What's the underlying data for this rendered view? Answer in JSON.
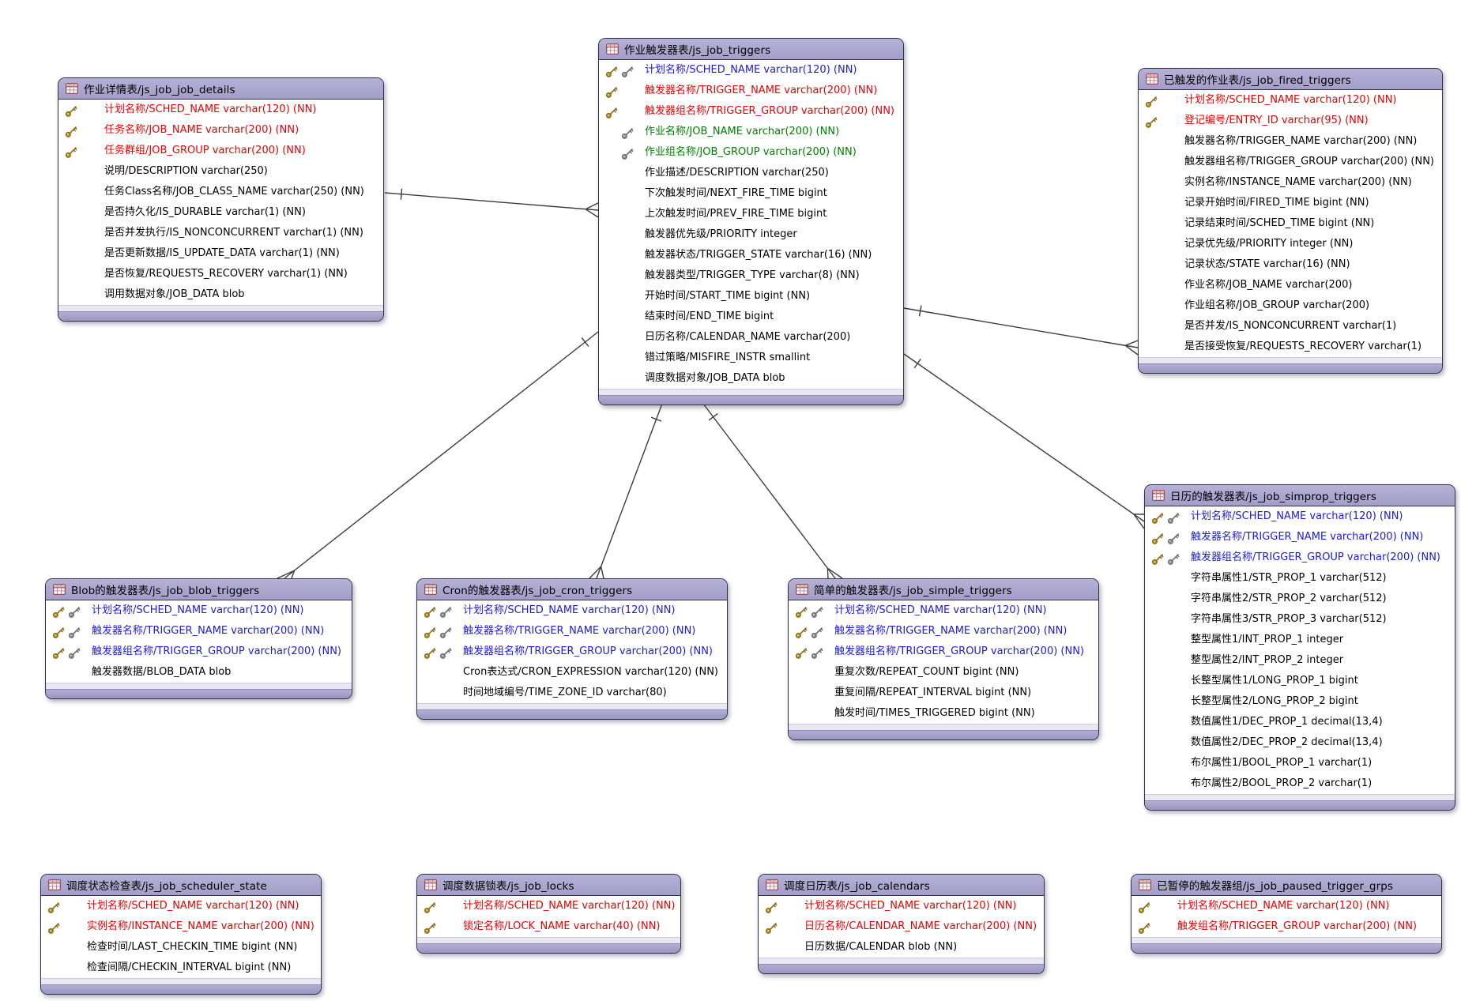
{
  "colors": {
    "header_bg": "#a9a4ce",
    "footer_light": "#e9e7f2",
    "table_border": "#31314a",
    "pk_text": "#e80000",
    "pkfk_text": "#1a1ae0",
    "fk_text": "#008000",
    "field_text": "#000000",
    "relation_line": "#3c3c3c",
    "gold_key": "#c9a227",
    "silver_key": "#9a9a9a"
  },
  "tables": [
    {
      "id": "job_details",
      "title": "作业详情表/js_job_job_details",
      "fields": [
        {
          "text": "计划名称/SCHED_NAME varchar(120) (NN)",
          "keys": [
            "pk"
          ],
          "style": "pk"
        },
        {
          "text": "任务名称/JOB_NAME varchar(200) (NN)",
          "keys": [
            "pk"
          ],
          "style": "pk"
        },
        {
          "text": "任务群组/JOB_GROUP varchar(200) (NN)",
          "keys": [
            "pk"
          ],
          "style": "pk"
        },
        {
          "text": "说明/DESCRIPTION varchar(250)",
          "keys": [],
          "style": "n"
        },
        {
          "text": "任务Class名称/JOB_CLASS_NAME varchar(250) (NN)",
          "keys": [],
          "style": "n"
        },
        {
          "text": "是否持久化/IS_DURABLE varchar(1) (NN)",
          "keys": [],
          "style": "n"
        },
        {
          "text": "是否并发执行/IS_NONCONCURRENT varchar(1) (NN)",
          "keys": [],
          "style": "n"
        },
        {
          "text": "是否更新数据/IS_UPDATE_DATA varchar(1) (NN)",
          "keys": [],
          "style": "n"
        },
        {
          "text": "是否恢复/REQUESTS_RECOVERY varchar(1) (NN)",
          "keys": [],
          "style": "n"
        },
        {
          "text": "调用数据对象/JOB_DATA blob",
          "keys": [],
          "style": "n"
        }
      ]
    },
    {
      "id": "triggers",
      "title": "作业触发器表/js_job_triggers",
      "fields": [
        {
          "text": "计划名称/SCHED_NAME varchar(120) (NN)",
          "keys": [
            "pk",
            "fk"
          ],
          "style": "pkfk"
        },
        {
          "text": "触发器名称/TRIGGER_NAME varchar(200) (NN)",
          "keys": [
            "pk"
          ],
          "style": "pk"
        },
        {
          "text": "触发器组名称/TRIGGER_GROUP varchar(200) (NN)",
          "keys": [
            "pk"
          ],
          "style": "pk"
        },
        {
          "text": "作业名称/JOB_NAME varchar(200) (NN)",
          "keys": [
            "fk"
          ],
          "style": "fk"
        },
        {
          "text": "作业组名称/JOB_GROUP varchar(200) (NN)",
          "keys": [
            "fk"
          ],
          "style": "fk"
        },
        {
          "text": "作业描述/DESCRIPTION varchar(250)",
          "keys": [],
          "style": "n"
        },
        {
          "text": "下次触发时间/NEXT_FIRE_TIME bigint",
          "keys": [],
          "style": "n"
        },
        {
          "text": "上次触发时间/PREV_FIRE_TIME bigint",
          "keys": [],
          "style": "n"
        },
        {
          "text": "触发器优先级/PRIORITY integer",
          "keys": [],
          "style": "n"
        },
        {
          "text": "触发器状态/TRIGGER_STATE varchar(16) (NN)",
          "keys": [],
          "style": "n"
        },
        {
          "text": "触发器类型/TRIGGER_TYPE varchar(8) (NN)",
          "keys": [],
          "style": "n"
        },
        {
          "text": "开始时间/START_TIME bigint (NN)",
          "keys": [],
          "style": "n"
        },
        {
          "text": "结束时间/END_TIME bigint",
          "keys": [],
          "style": "n"
        },
        {
          "text": "日历名称/CALENDAR_NAME varchar(200)",
          "keys": [],
          "style": "n"
        },
        {
          "text": "错过策略/MISFIRE_INSTR smallint",
          "keys": [],
          "style": "n"
        },
        {
          "text": "调度数据对象/JOB_DATA blob",
          "keys": [],
          "style": "n"
        }
      ]
    },
    {
      "id": "fired_triggers",
      "title": "已触发的作业表/js_job_fired_triggers",
      "fields": [
        {
          "text": "计划名称/SCHED_NAME varchar(120) (NN)",
          "keys": [
            "pk"
          ],
          "style": "pk"
        },
        {
          "text": "登记编号/ENTRY_ID varchar(95) (NN)",
          "keys": [
            "pk"
          ],
          "style": "pk"
        },
        {
          "text": "触发器名称/TRIGGER_NAME varchar(200) (NN)",
          "keys": [],
          "style": "n"
        },
        {
          "text": "触发器组名称/TRIGGER_GROUP varchar(200) (NN)",
          "keys": [],
          "style": "n"
        },
        {
          "text": "实例名称/INSTANCE_NAME varchar(200) (NN)",
          "keys": [],
          "style": "n"
        },
        {
          "text": "记录开始时间/FIRED_TIME bigint (NN)",
          "keys": [],
          "style": "n"
        },
        {
          "text": "记录结束时间/SCHED_TIME bigint (NN)",
          "keys": [],
          "style": "n"
        },
        {
          "text": "记录优先级/PRIORITY integer (NN)",
          "keys": [],
          "style": "n"
        },
        {
          "text": "记录状态/STATE varchar(16) (NN)",
          "keys": [],
          "style": "n"
        },
        {
          "text": "作业名称/JOB_NAME varchar(200)",
          "keys": [],
          "style": "n"
        },
        {
          "text": "作业组名称/JOB_GROUP varchar(200)",
          "keys": [],
          "style": "n"
        },
        {
          "text": "是否并发/IS_NONCONCURRENT varchar(1)",
          "keys": [],
          "style": "n"
        },
        {
          "text": "是否接受恢复/REQUESTS_RECOVERY varchar(1)",
          "keys": [],
          "style": "n"
        }
      ]
    },
    {
      "id": "simprop_triggers",
      "title": "日历的触发器表/js_job_simprop_triggers",
      "fields": [
        {
          "text": "计划名称/SCHED_NAME varchar(120) (NN)",
          "keys": [
            "pk",
            "fk"
          ],
          "style": "pkfk"
        },
        {
          "text": "触发器名称/TRIGGER_NAME varchar(200) (NN)",
          "keys": [
            "pk",
            "fk"
          ],
          "style": "pkfk"
        },
        {
          "text": "触发器组名称/TRIGGER_GROUP varchar(200) (NN)",
          "keys": [
            "pk",
            "fk"
          ],
          "style": "pkfk"
        },
        {
          "text": "字符串属性1/STR_PROP_1 varchar(512)",
          "keys": [],
          "style": "n"
        },
        {
          "text": "字符串属性2/STR_PROP_2 varchar(512)",
          "keys": [],
          "style": "n"
        },
        {
          "text": "字符串属性3/STR_PROP_3 varchar(512)",
          "keys": [],
          "style": "n"
        },
        {
          "text": "整型属性1/INT_PROP_1 integer",
          "keys": [],
          "style": "n"
        },
        {
          "text": "整型属性2/INT_PROP_2 integer",
          "keys": [],
          "style": "n"
        },
        {
          "text": "长整型属性1/LONG_PROP_1 bigint",
          "keys": [],
          "style": "n"
        },
        {
          "text": "长整型属性2/LONG_PROP_2 bigint",
          "keys": [],
          "style": "n"
        },
        {
          "text": "数值属性1/DEC_PROP_1 decimal(13,4)",
          "keys": [],
          "style": "n"
        },
        {
          "text": "数值属性2/DEC_PROP_2 decimal(13,4)",
          "keys": [],
          "style": "n"
        },
        {
          "text": "布尔属性1/BOOL_PROP_1 varchar(1)",
          "keys": [],
          "style": "n"
        },
        {
          "text": "布尔属性2/BOOL_PROP_2 varchar(1)",
          "keys": [],
          "style": "n"
        }
      ]
    },
    {
      "id": "blob_triggers",
      "title": "Blob的触发器表/js_job_blob_triggers",
      "fields": [
        {
          "text": "计划名称/SCHED_NAME varchar(120) (NN)",
          "keys": [
            "pk",
            "fk"
          ],
          "style": "pkfk"
        },
        {
          "text": "触发器名称/TRIGGER_NAME varchar(200) (NN)",
          "keys": [
            "pk",
            "fk"
          ],
          "style": "pkfk"
        },
        {
          "text": "触发器组名称/TRIGGER_GROUP varchar(200) (NN)",
          "keys": [
            "pk",
            "fk"
          ],
          "style": "pkfk"
        },
        {
          "text": "触发器数据/BLOB_DATA blob",
          "keys": [],
          "style": "n"
        }
      ]
    },
    {
      "id": "cron_triggers",
      "title": "Cron的触发器表/js_job_cron_triggers",
      "fields": [
        {
          "text": "计划名称/SCHED_NAME varchar(120) (NN)",
          "keys": [
            "pk",
            "fk"
          ],
          "style": "pkfk"
        },
        {
          "text": "触发器名称/TRIGGER_NAME varchar(200) (NN)",
          "keys": [
            "pk",
            "fk"
          ],
          "style": "pkfk"
        },
        {
          "text": "触发器组名称/TRIGGER_GROUP varchar(200) (NN)",
          "keys": [
            "pk",
            "fk"
          ],
          "style": "pkfk"
        },
        {
          "text": "Cron表达式/CRON_EXPRESSION varchar(120) (NN)",
          "keys": [],
          "style": "n"
        },
        {
          "text": "时间地域编号/TIME_ZONE_ID varchar(80)",
          "keys": [],
          "style": "n"
        }
      ]
    },
    {
      "id": "simple_triggers",
      "title": "简单的触发器表/js_job_simple_triggers",
      "fields": [
        {
          "text": "计划名称/SCHED_NAME varchar(120) (NN)",
          "keys": [
            "pk",
            "fk"
          ],
          "style": "pkfk"
        },
        {
          "text": "触发器名称/TRIGGER_NAME varchar(200) (NN)",
          "keys": [
            "pk",
            "fk"
          ],
          "style": "pkfk"
        },
        {
          "text": "触发器组名称/TRIGGER_GROUP varchar(200) (NN)",
          "keys": [
            "pk",
            "fk"
          ],
          "style": "pkfk"
        },
        {
          "text": "重复次数/REPEAT_COUNT bigint (NN)",
          "keys": [],
          "style": "n"
        },
        {
          "text": "重复间隔/REPEAT_INTERVAL bigint (NN)",
          "keys": [],
          "style": "n"
        },
        {
          "text": "触发时间/TIMES_TRIGGERED bigint (NN)",
          "keys": [],
          "style": "n"
        }
      ]
    },
    {
      "id": "scheduler_state",
      "title": "调度状态检查表/js_job_scheduler_state",
      "fields": [
        {
          "text": "计划名称/SCHED_NAME varchar(120) (NN)",
          "keys": [
            "pk"
          ],
          "style": "pk"
        },
        {
          "text": "实例名称/INSTANCE_NAME varchar(200) (NN)",
          "keys": [
            "pk"
          ],
          "style": "pk"
        },
        {
          "text": "检查时间/LAST_CHECKIN_TIME bigint (NN)",
          "keys": [],
          "style": "n"
        },
        {
          "text": "检查间隔/CHECKIN_INTERVAL bigint (NN)",
          "keys": [],
          "style": "n"
        }
      ]
    },
    {
      "id": "locks",
      "title": "调度数据锁表/js_job_locks",
      "fields": [
        {
          "text": "计划名称/SCHED_NAME varchar(120) (NN)",
          "keys": [
            "pk"
          ],
          "style": "pk"
        },
        {
          "text": "锁定名称/LOCK_NAME varchar(40) (NN)",
          "keys": [
            "pk"
          ],
          "style": "pk"
        }
      ]
    },
    {
      "id": "calendars",
      "title": "调度日历表/js_job_calendars",
      "fields": [
        {
          "text": "计划名称/SCHED_NAME varchar(120) (NN)",
          "keys": [
            "pk"
          ],
          "style": "pk"
        },
        {
          "text": "日历名称/CALENDAR_NAME varchar(200) (NN)",
          "keys": [
            "pk"
          ],
          "style": "pk"
        },
        {
          "text": "日历数据/CALENDAR blob (NN)",
          "keys": [],
          "style": "n"
        }
      ]
    },
    {
      "id": "paused_trigger_grps",
      "title": "已暂停的触发器组/js_job_paused_trigger_grps",
      "fields": [
        {
          "text": "计划名称/SCHED_NAME varchar(120) (NN)",
          "keys": [
            "pk"
          ],
          "style": "pk"
        },
        {
          "text": "触发组名称/TRIGGER_GROUP varchar(200) (NN)",
          "keys": [
            "pk"
          ],
          "style": "pk"
        }
      ]
    }
  ],
  "relations": [
    {
      "from": "job_details",
      "to": "triggers",
      "cardinality": "one-to-many"
    },
    {
      "from": "triggers",
      "to": "blob_triggers",
      "cardinality": "one-to-many"
    },
    {
      "from": "triggers",
      "to": "cron_triggers",
      "cardinality": "one-to-many"
    },
    {
      "from": "triggers",
      "to": "simple_triggers",
      "cardinality": "one-to-many"
    },
    {
      "from": "triggers",
      "to": "simprop_triggers",
      "cardinality": "one-to-many"
    },
    {
      "from": "triggers",
      "to": "fired_triggers",
      "cardinality": "one-to-many"
    }
  ]
}
